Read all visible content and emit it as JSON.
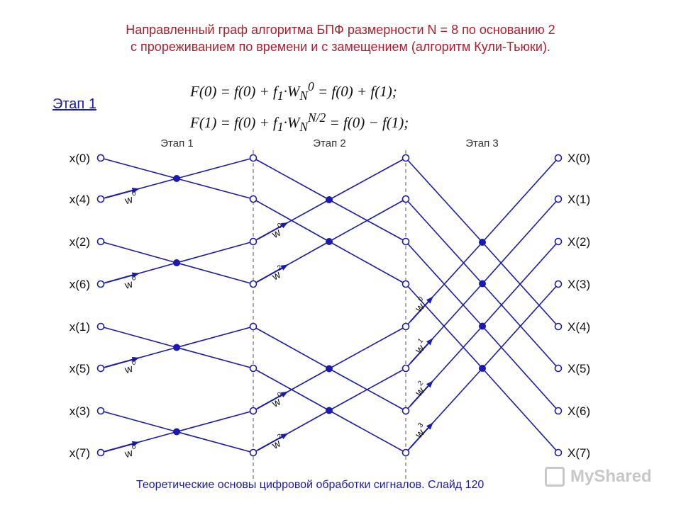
{
  "title": {
    "line1": "Направленный граф алгоритма БПФ размерности N = 8 по основанию 2",
    "line2": "с прореживанием по времени и с замещением (алгоритм Кули-Тьюки)."
  },
  "formulas": {
    "f1": "F(0) = f(0) + f₁·W⁰N = f(0) + f(1);",
    "f2": "F(1) = f(0) + f₁·W^(N/2)N = f(0) − f(1);"
  },
  "stage_link": "Этап 1",
  "stages": [
    "Этап 1",
    "Этап 2",
    "Этап 3"
  ],
  "inputs": [
    "x(0)",
    "x(4)",
    "x(2)",
    "x(6)",
    "x(1)",
    "x(5)",
    "x(3)",
    "x(7)"
  ],
  "outputs": [
    "X(0)",
    "X(1)",
    "X(2)",
    "X(3)",
    "X(4)",
    "X(5)",
    "X(6)",
    "X(7)"
  ],
  "twiddle_base": "w",
  "twiddles": {
    "stage1": [
      "0",
      "0",
      "0",
      "0"
    ],
    "stage2": [
      "0",
      "2",
      "0",
      "2"
    ],
    "stage3": [
      "0",
      "1",
      "2",
      "3"
    ]
  },
  "footer": "Теоретические основы цифровой обработки сигналов.  Слайд 120",
  "watermark": "MyShared",
  "colors": {
    "graph": "#1a1ab0",
    "title": "#b01e2e"
  }
}
